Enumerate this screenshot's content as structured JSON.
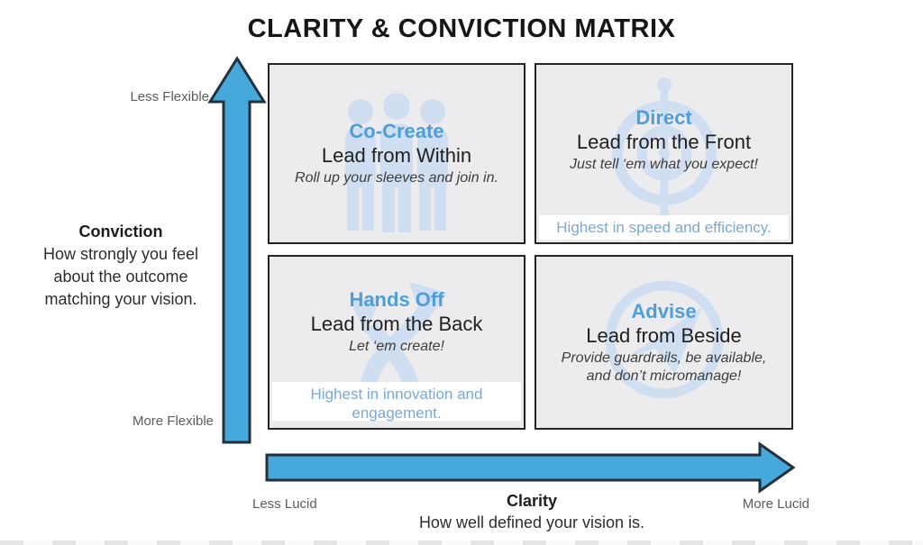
{
  "title": "CLARITY & CONVICTION MATRIX",
  "colors": {
    "arrow_blue": "#47a8dc",
    "arrow_outline": "#22313c",
    "accent_blue": "#4e9ed8",
    "strip_text_blue": "#7aa9d6",
    "quadrant_bg": "#ececee",
    "border_dark": "#242424",
    "icon_blue": "#cfdff1"
  },
  "y_axis": {
    "name": "Conviction",
    "description_line1": "How strongly you feel",
    "description_line2": "about the outcome",
    "description_line3": "matching your vision.",
    "top_label": "Less Flexible",
    "bottom_label": "More Flexible"
  },
  "x_axis": {
    "name": "Clarity",
    "description": "How well defined your vision is.",
    "left_label": "Less Lucid",
    "right_label": "More Lucid"
  },
  "quadrants": [
    {
      "title": "Co-Create",
      "subtitle": "Lead from Within",
      "tagline": "Roll up your sleeves and join in.",
      "note": "",
      "icon": "people-group-icon"
    },
    {
      "title": "Direct",
      "subtitle": "Lead from the Front",
      "tagline": "Just tell ‘em what you expect!",
      "note": "Highest in speed and efficiency.",
      "icon": "target-icon"
    },
    {
      "title": "Hands Off",
      "subtitle": "Lead from the Back",
      "tagline": "Let ‘em create!",
      "note": "Highest in innovation and engagement.",
      "icon": "branching-arrows-icon"
    },
    {
      "title": "Advise",
      "subtitle": "Lead from Beside",
      "tagline": "Provide guardrails, be available, and don’t micromanage!",
      "note": "",
      "icon": "compass-icon"
    }
  ]
}
